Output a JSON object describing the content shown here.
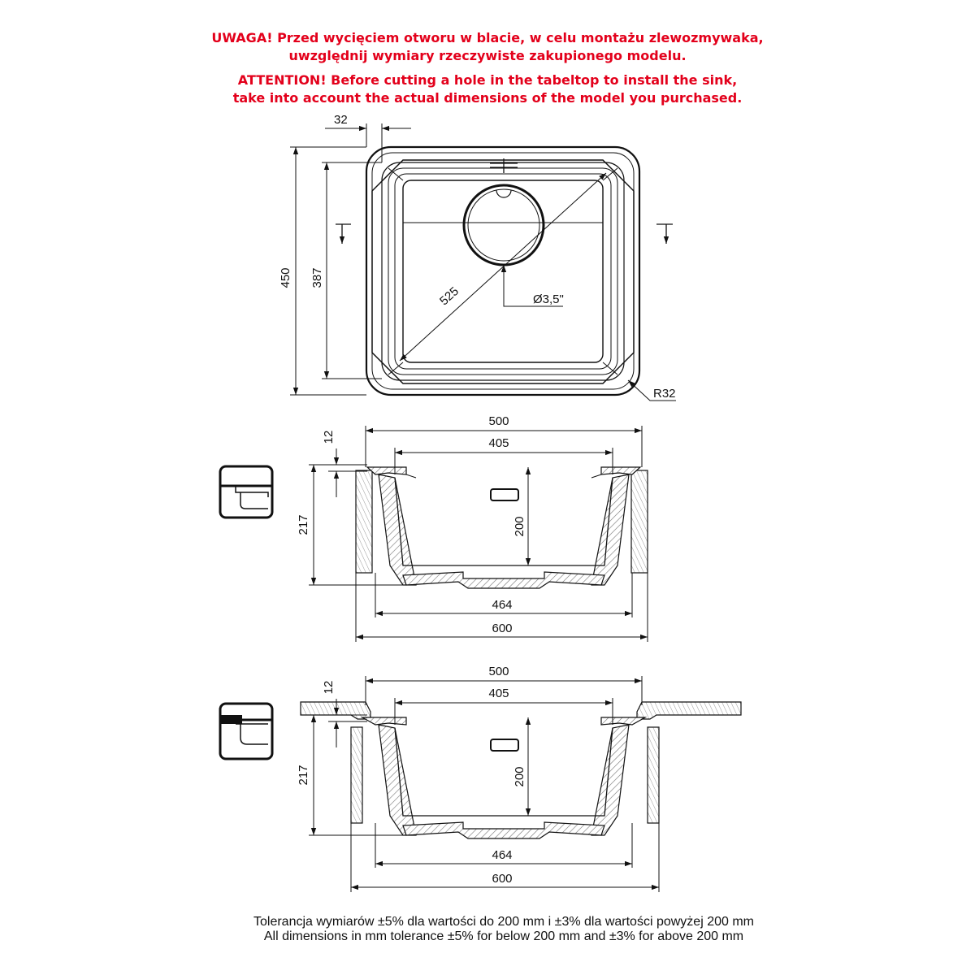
{
  "warning": {
    "pl_line1": "UWAGA! Przed wycięciem otworu w blacie, w celu montażu zlewozmywaka,",
    "pl_line2": "uwzględnij wymiary rzeczywiste zakupionego modelu.",
    "en_line1": "ATTENTION! Before cutting a hole in the tabeltop to install the sink,",
    "en_line2": "take into account the actual dimensions of the model you purchased.",
    "color": "#e3001b"
  },
  "top_view": {
    "dim_rim": "32",
    "dim_outer_depth": "450",
    "dim_inner_depth": "387",
    "dim_diagonal": "525",
    "dim_drain": "Ø3,5\"",
    "dim_radius": "R32"
  },
  "section_1": {
    "dim_outer": "500",
    "dim_inner": "405",
    "dim_flange": "12",
    "dim_total_height": "217",
    "dim_bowl_depth": "200",
    "dim_bottom": "464",
    "dim_cabinet": "600",
    "mount_icon": "undermount-detail-icon"
  },
  "section_2": {
    "dim_outer": "500",
    "dim_inner": "405",
    "dim_flange": "12",
    "dim_total_height": "217",
    "dim_bowl_depth": "200",
    "dim_bottom": "464",
    "dim_cabinet": "600",
    "mount_icon": "flush-mount-detail-icon"
  },
  "footer": {
    "pl": "Tolerancja wymiarów ±5% dla wartości do 200 mm i ±3% dla wartości powyżej 200 mm",
    "en": "All dimensions in mm tolerance ±5% for below 200 mm and ±3% for above 200 mm"
  }
}
